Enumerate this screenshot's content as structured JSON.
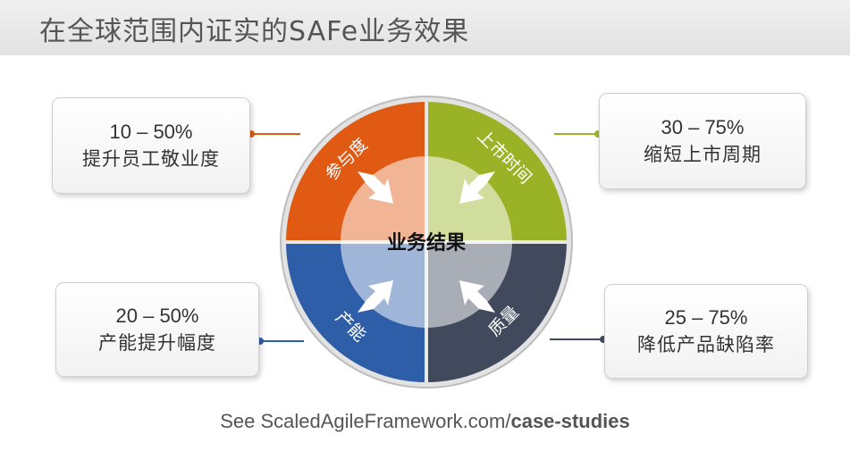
{
  "title": "在全球范围内证实的SAFe业务效果",
  "center_label": "业务结果",
  "segments": [
    {
      "id": "engagement",
      "label": "参与度",
      "color": "#e05a14"
    },
    {
      "id": "time_to_market",
      "label": "上市时间",
      "color": "#9ab326"
    },
    {
      "id": "productivity",
      "label": "产能",
      "color": "#2e5ea8"
    },
    {
      "id": "quality",
      "label": "质量",
      "color": "#414a5c"
    }
  ],
  "cards": {
    "engagement": {
      "range": "10 – 50%",
      "desc": "提升员工敬业度"
    },
    "time_to_market": {
      "range": "30 – 75%",
      "desc": "缩短上市周期"
    },
    "productivity": {
      "range": "20 – 50%",
      "desc": "产能提升幅度"
    },
    "quality": {
      "range": "25 – 75%",
      "desc": "降低产品缺陷率"
    }
  },
  "footer": {
    "prefix": "See ScaledAgileFramework.com/",
    "link": "case-studies"
  }
}
